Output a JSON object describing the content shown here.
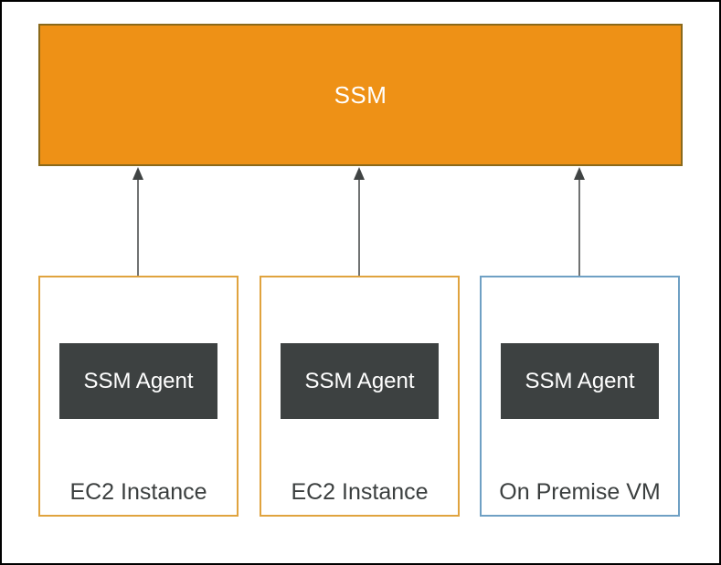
{
  "diagram": {
    "title": "SSM",
    "nodes": [
      {
        "label": "EC2 Instance",
        "agent_label": "SSM Agent",
        "border_color": "#E0A33E"
      },
      {
        "label": "EC2 Instance",
        "agent_label": "SSM Agent",
        "border_color": "#E0A33E"
      },
      {
        "label": "On Premise VM",
        "agent_label": "SSM Agent",
        "border_color": "#6FA0C4"
      }
    ],
    "arrows": [
      {
        "from": "SSM Agent (EC2 Instance 1)",
        "to": "SSM"
      },
      {
        "from": "SSM Agent (EC2 Instance 2)",
        "to": "SSM"
      },
      {
        "from": "SSM Agent (On Premise VM)",
        "to": "SSM"
      }
    ],
    "colors": {
      "ssm_fill": "#EE9116",
      "ssm_border": "#8A691A",
      "agent_fill": "#3D4141",
      "agent_text": "#FFFFFF",
      "ec2_node_border": "#E0A33E",
      "onprem_node_border": "#6FA0C4",
      "node_label_text": "#3B3F3F",
      "arrow": "#404444",
      "frame": "#000000"
    }
  }
}
